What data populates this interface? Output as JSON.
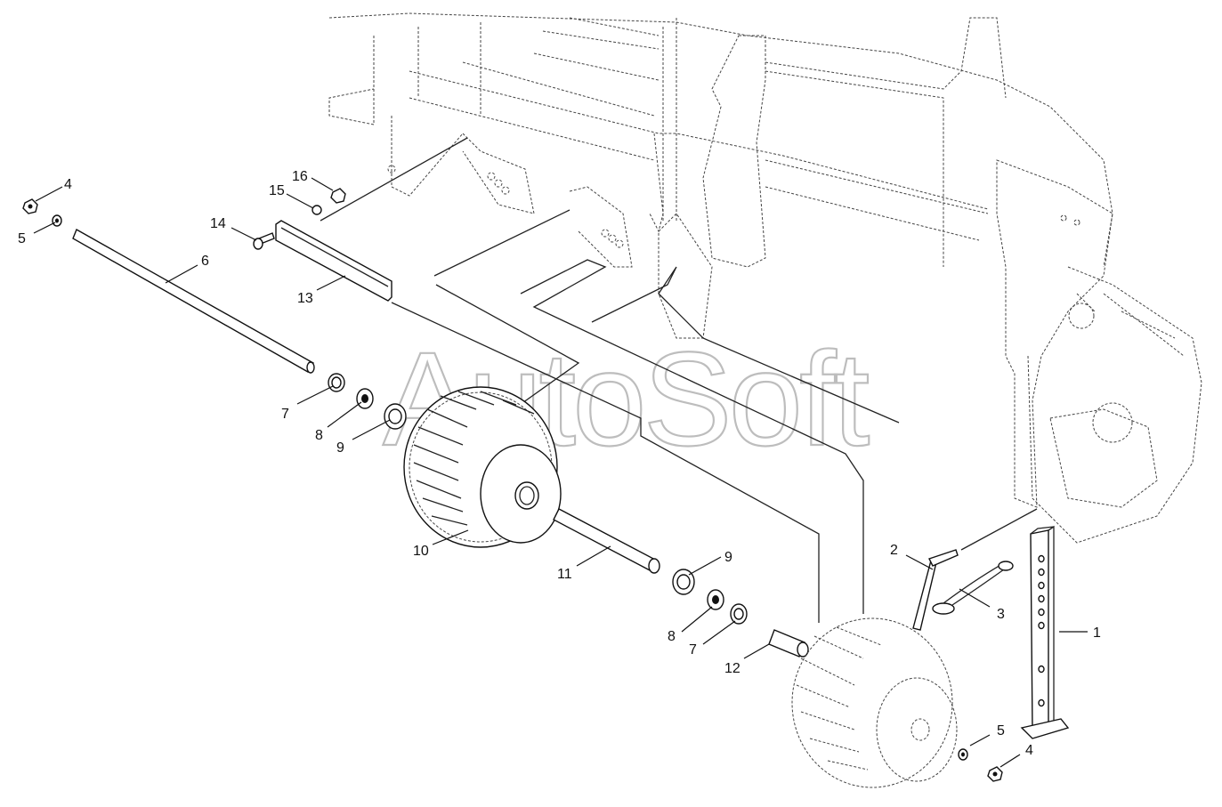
{
  "watermark": "AutoSoft",
  "callouts": [
    {
      "id": "c1",
      "label": "1"
    },
    {
      "id": "c2",
      "label": "2"
    },
    {
      "id": "c3",
      "label": "3"
    },
    {
      "id": "c4a",
      "label": "4"
    },
    {
      "id": "c4b",
      "label": "4"
    },
    {
      "id": "c5a",
      "label": "5"
    },
    {
      "id": "c5b",
      "label": "5"
    },
    {
      "id": "c6",
      "label": "6"
    },
    {
      "id": "c7a",
      "label": "7"
    },
    {
      "id": "c7b",
      "label": "7"
    },
    {
      "id": "c8a",
      "label": "8"
    },
    {
      "id": "c8b",
      "label": "8"
    },
    {
      "id": "c9a",
      "label": "9"
    },
    {
      "id": "c9b",
      "label": "9"
    },
    {
      "id": "c10",
      "label": "10"
    },
    {
      "id": "c11",
      "label": "11"
    },
    {
      "id": "c12",
      "label": "12"
    },
    {
      "id": "c13",
      "label": "13"
    },
    {
      "id": "c14",
      "label": "14"
    },
    {
      "id": "c15",
      "label": "15"
    },
    {
      "id": "c16",
      "label": "16"
    }
  ]
}
